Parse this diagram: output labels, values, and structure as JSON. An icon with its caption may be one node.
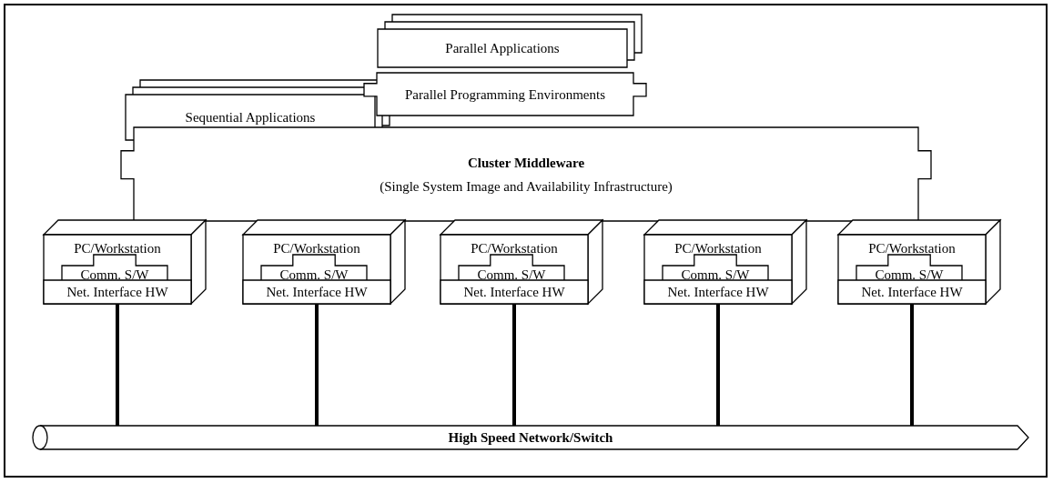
{
  "diagram": {
    "nodes": [
      {
        "text": [
          "Sequential Applications"
        ]
      },
      {
        "text": [
          "Parallel Applications"
        ]
      },
      {
        "text": [
          "Parallel Programming Environments"
        ]
      },
      {
        "text": [
          "Cluster Middleware",
          "(Single System Image and Availability Infrastructure)"
        ]
      },
      {
        "text": [
          "PC/Workstation"
        ]
      },
      {
        "text": [
          "Comm. S/W"
        ],
        "in": 4
      },
      {
        "text": [
          "Net. Interface HW"
        ],
        "in": 4
      },
      {
        "text": [
          "PC/Workstation"
        ]
      },
      {
        "text": [
          "Comm. S/W"
        ],
        "in": 7
      },
      {
        "text": [
          "Net. Interface HW"
        ],
        "in": 7
      },
      {
        "text": [
          "PC/Workstation"
        ]
      },
      {
        "text": [
          "Comm. S/W"
        ],
        "in": 10
      },
      {
        "text": [
          "Net. Interface HW"
        ],
        "in": 10
      },
      {
        "text": [
          "PC/Workstation"
        ]
      },
      {
        "text": [
          "Comm. S/W"
        ],
        "in": 13
      },
      {
        "text": [
          "Net. Interface HW"
        ],
        "in": 13
      },
      {
        "text": [
          "PC/Workstation"
        ]
      },
      {
        "text": [
          "Comm. S/W"
        ],
        "in": 16
      },
      {
        "text": [
          "Net. Interface HW"
        ],
        "in": 16
      },
      {
        "text": [
          "High Speed Network/Switch"
        ]
      }
    ],
    "edges": [
      {
        "from": 6,
        "to": 19,
        "arrow": "none"
      },
      {
        "from": 9,
        "to": 19,
        "arrow": "none"
      },
      {
        "from": 12,
        "to": 19,
        "arrow": "none"
      },
      {
        "from": 15,
        "to": 19,
        "arrow": "none"
      },
      {
        "from": 18,
        "to": 19,
        "arrow": "none"
      }
    ]
  }
}
